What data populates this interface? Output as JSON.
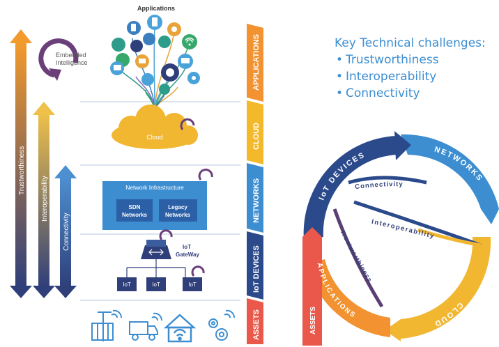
{
  "header": {
    "applications_label": "Applications",
    "embedded_intelligence": [
      "Embedded",
      "Intelligence"
    ]
  },
  "left_arrows": {
    "trustworthiness": "Trustworthiness",
    "interoperability": "Interoperability",
    "connectivity": "Connectivity",
    "colors": {
      "trust": "#f08a2b",
      "interop": "#e9b744",
      "connect": "#3b7fc0",
      "dark": "#2f3f7a"
    }
  },
  "layers": {
    "cloud": "Cloud",
    "network_infrastructure": "Network Infrastructure",
    "sdn": [
      "SDN",
      "Networks"
    ],
    "legacy": [
      "Legacy",
      "Networks"
    ],
    "gateway": [
      "IoT",
      "GateWay"
    ],
    "iot_nodes": [
      "IoT",
      "IoT",
      "IoT"
    ]
  },
  "stack_labels": {
    "applications": "APPLICATIONS",
    "cloud": "CLOUD",
    "networks": "NETWORKS",
    "iot_devices": "IoT DEVICES",
    "assets": "ASSETS",
    "colors": {
      "applications": "#f29230",
      "cloud": "#f4b92a",
      "networks": "#3d8ed1",
      "iot_devices": "#2b4a8c",
      "assets": "#e9584a"
    }
  },
  "challenges": {
    "title": "Key Technical challenges:",
    "items": [
      "Trustworthiness",
      "Interoperability",
      "Connectivity"
    ]
  },
  "ring": {
    "iot_devices": "IoT DEVICES",
    "networks": "NETWORKS",
    "cloud": "CLOUD",
    "applications": "APPLICATIONS",
    "assets": "ASSETS",
    "connectivity": "Connectivity",
    "interoperability": "Interoperability",
    "trustworthiness": "Trustworthiness"
  },
  "icons": {
    "app_icons": [
      "chat-icon",
      "phone-icon",
      "tablet-icon",
      "gear-icon",
      "globe-icon",
      "people-icon",
      "fan-icon",
      "speaker-icon",
      "cloud-icon",
      "wifi-icon",
      "monitor-icon",
      "laptop-icon",
      "share-icon",
      "heart-icon",
      "phone-icon",
      "chat-icon"
    ],
    "asset_icons": [
      "container-crane-icon",
      "truck-icon",
      "smart-home-icon",
      "gears-icon"
    ]
  }
}
